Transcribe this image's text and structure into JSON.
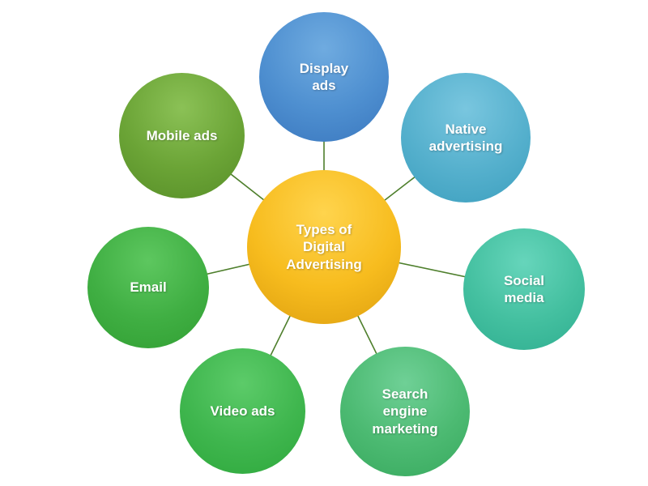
{
  "diagram": {
    "type": "hub-and-spoke",
    "connector_color": "#4E7F2C",
    "center": {
      "label": "Types of\nDigital\nAdvertising",
      "color": "#F7BC1E"
    },
    "nodes": [
      {
        "id": "display-ads",
        "label": "Display\nads",
        "color": "#4E8FD0"
      },
      {
        "id": "native-advertising",
        "label": "Native\nadvertising",
        "color": "#55B0CD"
      },
      {
        "id": "social-media",
        "label": "Social\nmedia",
        "color": "#44C0A0"
      },
      {
        "id": "search-engine-marketing",
        "label": "Search\nengine\nmarketing",
        "color": "#4CBA72"
      },
      {
        "id": "video-ads",
        "label": "Video ads",
        "color": "#3FB64E"
      },
      {
        "id": "email",
        "label": "Email",
        "color": "#40AF43"
      },
      {
        "id": "mobile-ads",
        "label": "Mobile ads",
        "color": "#6BA436"
      }
    ]
  }
}
